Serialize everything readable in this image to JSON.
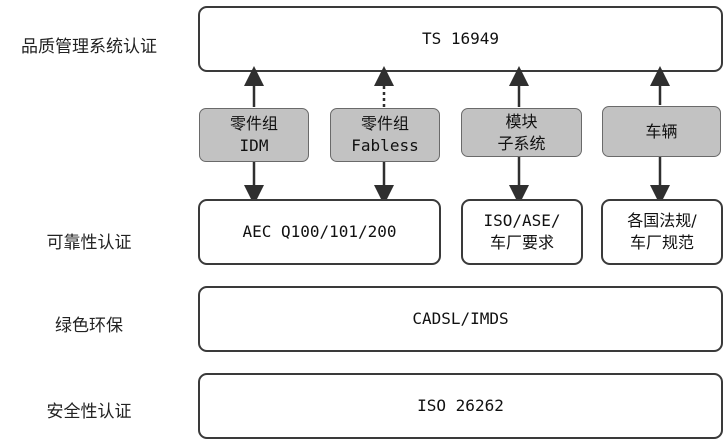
{
  "rows": {
    "quality": {
      "label": "品质管理系统认证",
      "box": "TS 16949"
    },
    "reliability": {
      "label": "可靠性认证",
      "boxes": [
        {
          "text": "AEC Q100/101/200"
        },
        {
          "line1": "ISO/ASE/",
          "line2": "车厂要求"
        },
        {
          "line1": "各国法规/",
          "line2": "车厂规范"
        }
      ]
    },
    "green": {
      "label": "绿色环保",
      "box": "CADSL/IMDS"
    },
    "safety": {
      "label": "安全性认证",
      "box": "ISO 26262"
    }
  },
  "middle": [
    {
      "line1": "零件组",
      "line2": "IDM"
    },
    {
      "line1": "零件组",
      "line2": "Fabless"
    },
    {
      "line1": "模块",
      "line2": "子系统"
    },
    {
      "line1": "车辆",
      "line2": ""
    }
  ],
  "colors": {
    "gray_fill": "#c2c2c2",
    "border": "#3a3a3a"
  }
}
